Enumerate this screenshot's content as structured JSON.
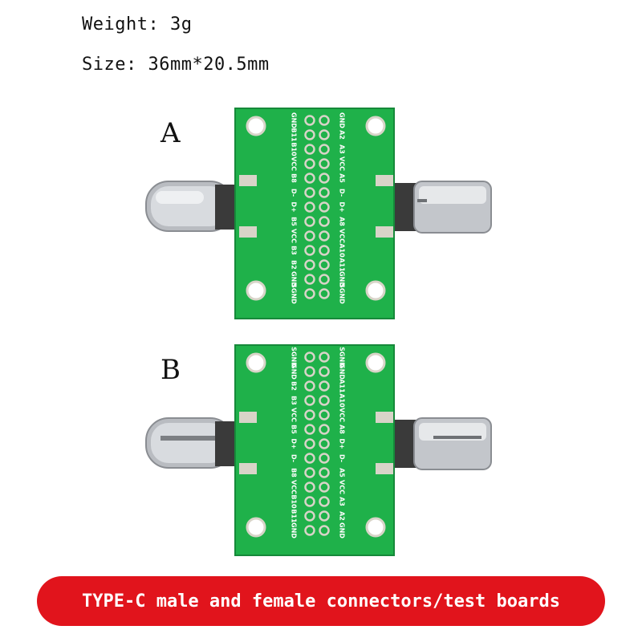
{
  "specs": {
    "weight": "Weight: 3g",
    "size": "Size: 36mm*20.5mm"
  },
  "variants": [
    {
      "letter": "A",
      "left_pins": [
        "GND",
        "B11",
        "B10",
        "VCC",
        "B8",
        "D-",
        "D+",
        "B5",
        "VCC",
        "B3",
        "B2",
        "GND",
        "SGND"
      ],
      "right_pins": [
        "GND",
        "A2",
        "A3",
        "VCC",
        "A5",
        "D-",
        "D+",
        "A8",
        "VCC",
        "A10",
        "A11",
        "GND",
        "SGND"
      ]
    },
    {
      "letter": "B",
      "left_pins": [
        "SGND",
        "GND",
        "B2",
        "B3",
        "VCC",
        "B5",
        "D+",
        "D-",
        "B8",
        "VCC",
        "B10",
        "B11",
        "GND"
      ],
      "right_pins": [
        "SGND",
        "GND",
        "A11",
        "A10",
        "VCC",
        "A8",
        "D+",
        "D-",
        "A5",
        "VCC",
        "A3",
        "A2",
        "GND"
      ]
    }
  ],
  "banner": {
    "text": "TYPE-C male and female connectors/test boards",
    "color": "#e1141c"
  },
  "colors": {
    "pcb": "#1fb14a",
    "pcb_dark": "#16893a",
    "pad": "#d8d4c8",
    "metal": "#c9ccd0"
  }
}
